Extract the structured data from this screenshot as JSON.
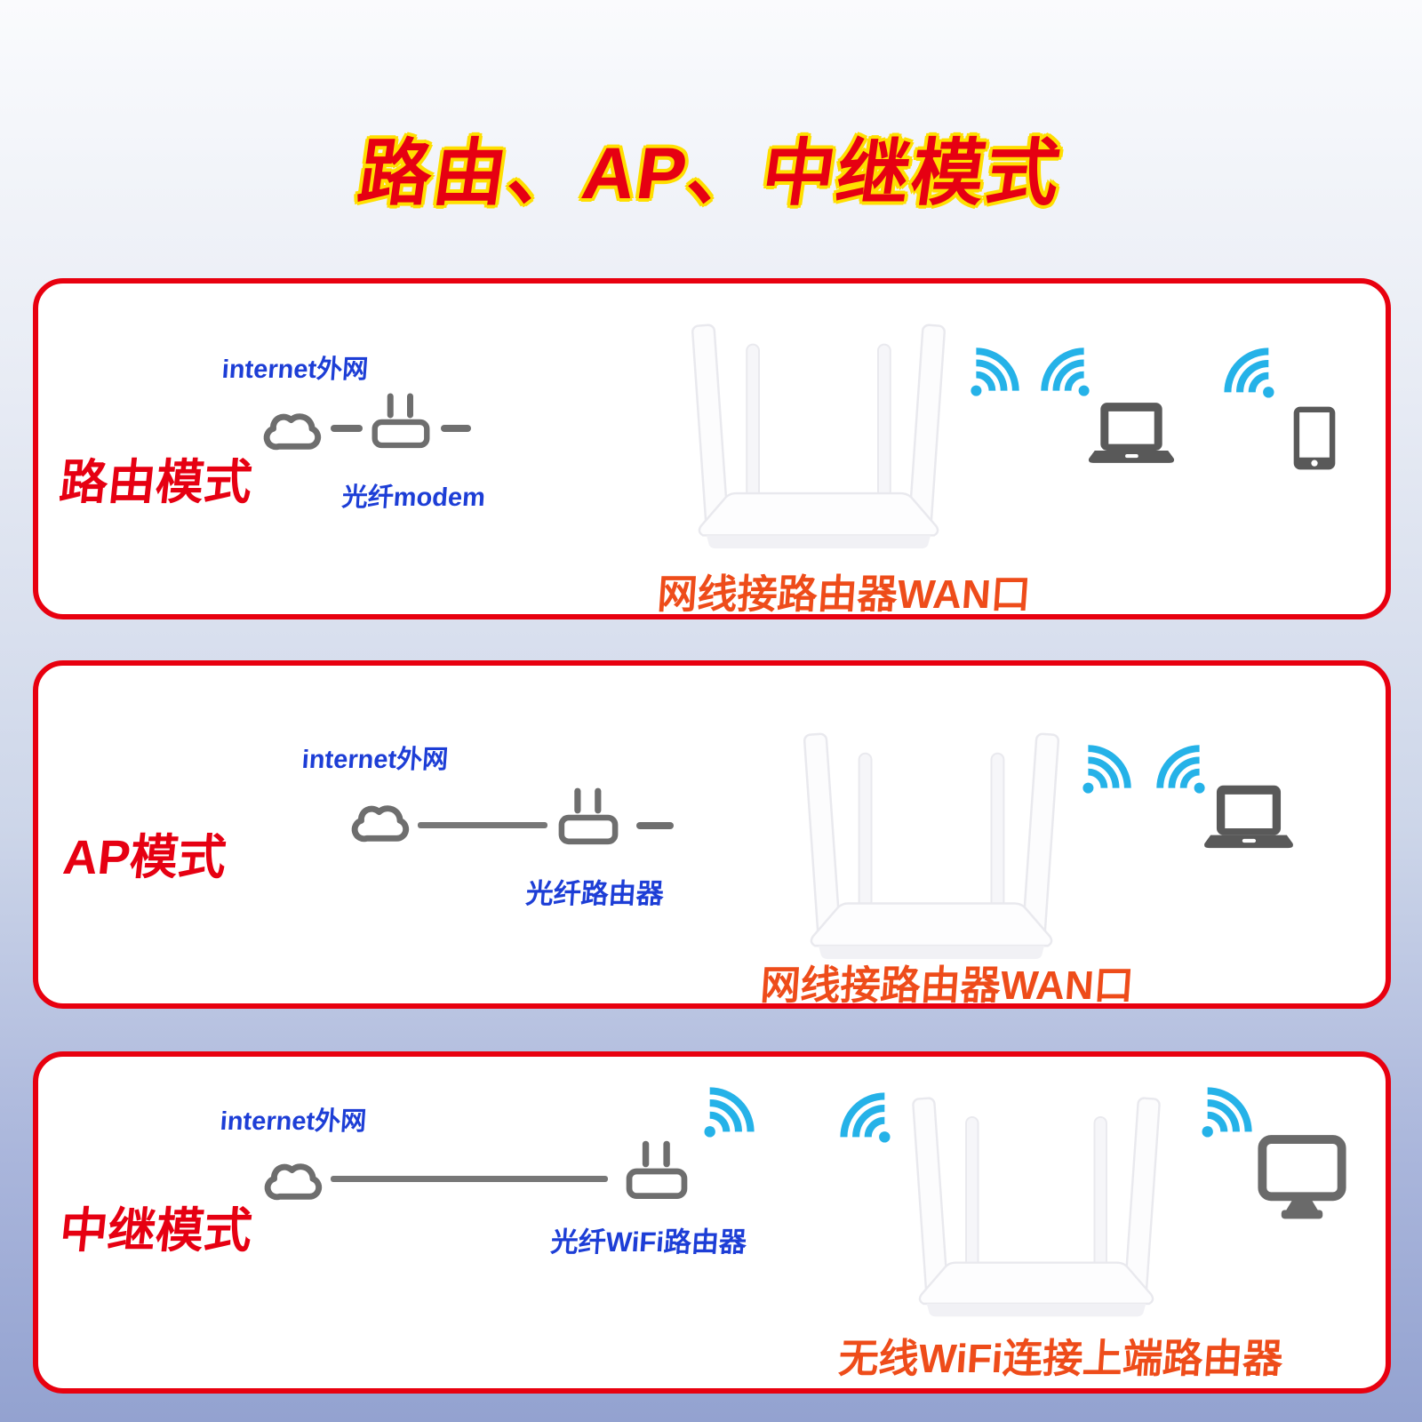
{
  "title": "路由、AP、中继模式",
  "colors": {
    "title-red": "#e60012",
    "title-outline": "#ffdf00",
    "panel-border": "#e8000f",
    "mode-red": "#e60012",
    "label-blue": "#1d3ed6",
    "caption-orange": "#ee4c1a",
    "wifi-cyan": "#25b2e8",
    "icon-gray": "#6e6e6e",
    "device-gray": "#595959",
    "bg-top": "#fafbfd",
    "bg-bottom": "#93a2d0"
  },
  "icons": {
    "cloud": "internet-cloud-icon",
    "modem": "fiber-modem-icon",
    "wifi": "wifi-signal-icon",
    "router": "wireless-router-device",
    "laptop": "laptop-icon",
    "tablet": "tablet-icon",
    "monitor": "desktop-monitor-icon"
  },
  "panels": [
    {
      "label": "路由模式",
      "internet_label": "internet外网",
      "device_label": "光纤modem",
      "caption": "网线接路由器WAN口"
    },
    {
      "label": "AP模式",
      "internet_label": "internet外网",
      "device_label": "光纤路由器",
      "caption": "网线接路由器WAN口"
    },
    {
      "label": "中继模式",
      "internet_label": "internet外网",
      "device_label": "光纤WiFi路由器",
      "caption": "无线WiFi连接上端路由器"
    }
  ]
}
